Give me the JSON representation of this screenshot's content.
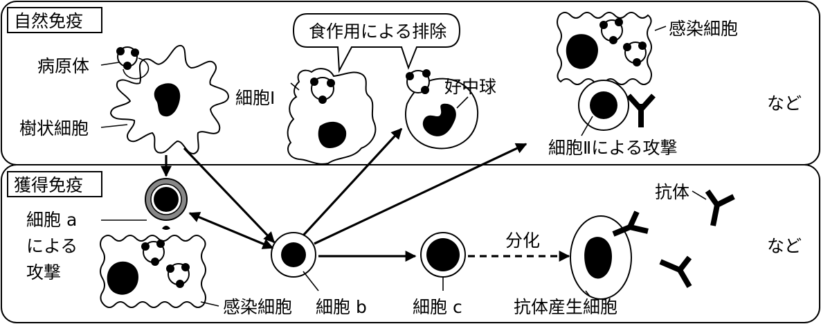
{
  "panels": {
    "innate_title": "自然免疫",
    "acquired_title": "獲得免疫"
  },
  "labels": {
    "pathogen": "病原体",
    "dendritic_cell": "樹状細胞",
    "cell_I": "細胞Ⅰ",
    "phagocytosis_bubble": "食作用による排除",
    "neutrophil": "好中球",
    "infected_cell_top": "感染細胞",
    "cell_II_attack": "細胞Ⅱによる攻撃",
    "etc_top": "など",
    "cell_a_line1": "細胞 a",
    "cell_a_line2": "による",
    "cell_a_line3": "攻撃",
    "infected_cell_bottom": "感染細胞",
    "cell_b": "細胞 b",
    "cell_c": "細胞 c",
    "differentiation": "分化",
    "antibody_producing_cell": "抗体産生細胞",
    "antibody": "抗体",
    "etc_bottom": "など"
  }
}
